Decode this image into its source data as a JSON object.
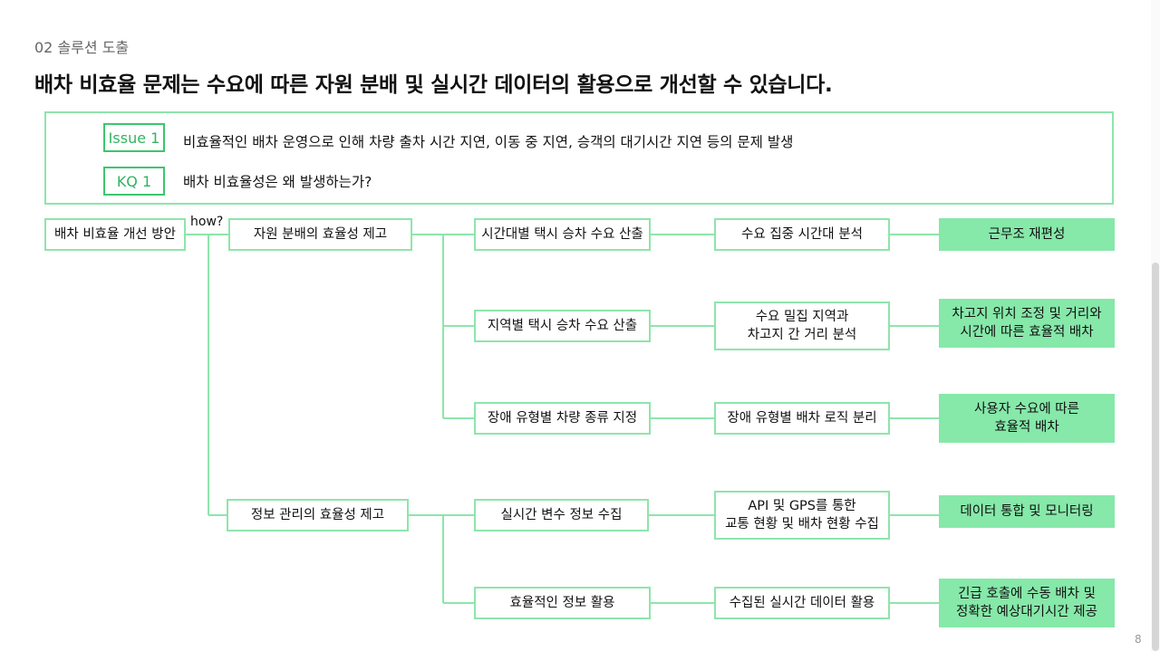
{
  "section_label": "02 솔루션 도출",
  "headline": "배차 비효율 문제는 수요에 따른 자원 분배 및 실시간 데이터의 활용으로 개선할 수 있습니다.",
  "issue_panel": {
    "issue_tag": "Issue 1",
    "issue_text": "비효율적인 배차 운영으로 인해 차량 출차 시간 지연, 이동 중 지연, 승객의 대기시간 지연 등의 문제 발생",
    "kq_tag": "KQ 1",
    "kq_text": "배차 비효율성은 왜 발생하는가?"
  },
  "tree": {
    "root": "배차 비효율 개선 방안",
    "how_label": "how?",
    "branch1": {
      "label": "자원 분배의 효율성 제고",
      "items": [
        {
          "task": "시간대별 택시 승차 수요 산출",
          "analysis": "수요 집중 시간대 분석",
          "result": "근무조 재편성"
        },
        {
          "task": "지역별 택시 승차 수요 산출",
          "analysis": "수요 밀집 지역과\n차고지 간 거리 분석",
          "result": "차고지 위치 조정 및 거리와\n시간에 따른 효율적 배차"
        },
        {
          "task": "장애 유형별 차량 종류 지정",
          "analysis": "장애 유형별 배차 로직 분리",
          "result": "사용자 수요에 따른\n효율적 배차"
        }
      ]
    },
    "branch2": {
      "label": "정보 관리의 효율성 제고",
      "items": [
        {
          "task": "실시간 변수 정보 수집",
          "analysis": "API 및 GPS를 통한\n교통 현황 및 배차 현황 수집",
          "result": "데이터 통합 및 모니터링"
        },
        {
          "task": "효율적인 정보 활용",
          "analysis": "수집된 실시간 데이터 활용",
          "result": "긴급 호출에 수동 배차 및\n정확한 예상대기시간 제공"
        }
      ]
    }
  },
  "page_number": "8",
  "colors": {
    "accent_border": "#8ee5ab",
    "accent_fill": "#86e8a9",
    "tag_green": "#2fb560",
    "connector": "#8ee5ab"
  }
}
